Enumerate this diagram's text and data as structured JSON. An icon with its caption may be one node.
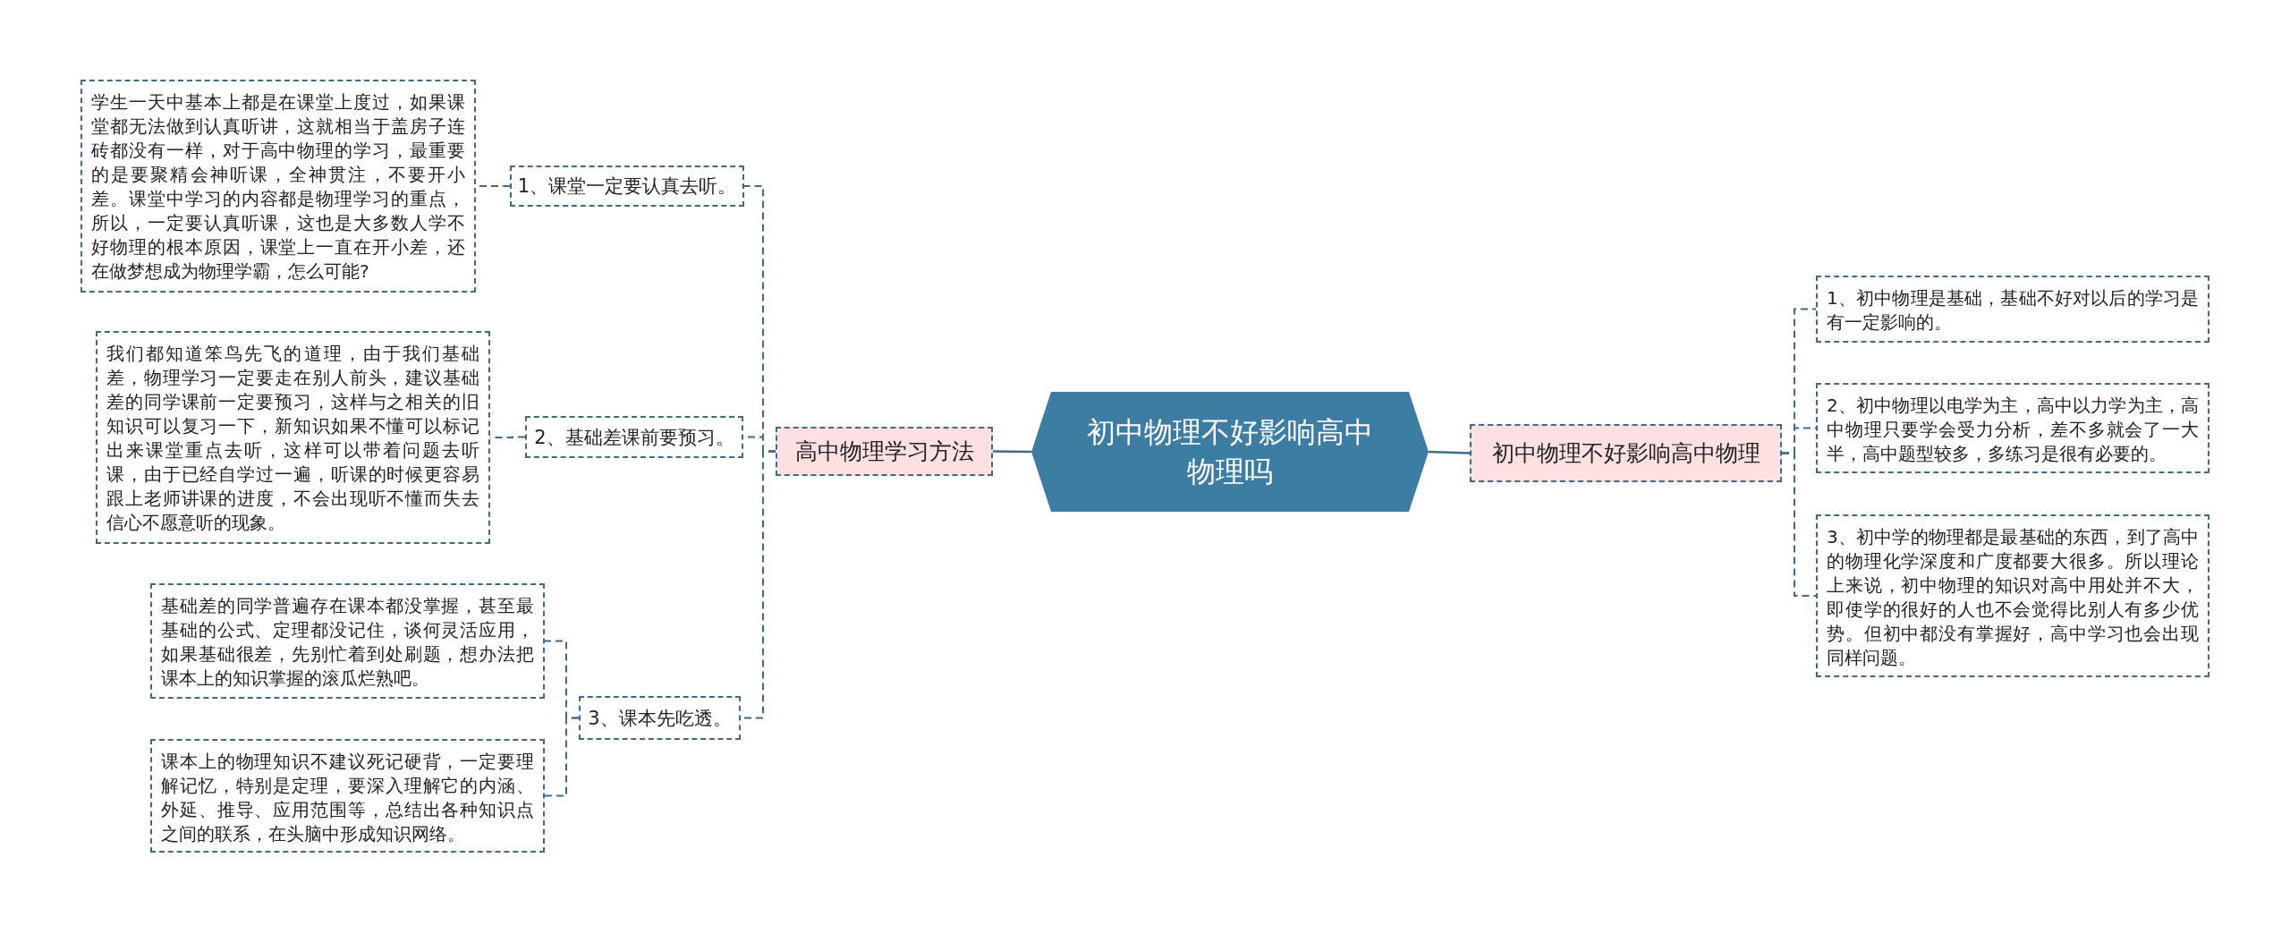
{
  "diagram": {
    "nodes": [
      {
        "text": [
          "初中物理不好影响高中物理吗"
        ]
      },
      {
        "text": [
          "高中物理学习方法"
        ]
      },
      {
        "text": [
          "1、课堂一定要认真去听。"
        ]
      },
      {
        "text": [
          "学生一天中基本上都是在课堂上度过，如果课堂都无法做到认真听讲，这就相当于盖房子连砖都没有一样，对于高中物理的学习，最重要的是要聚精会神听课，全神贯注，不要开小差。课堂中学习的内容都是物理学习的重点，所以，一定要认真听课，这也是大多数人学不好物理的根本原因，课堂上一直在开小差，还在做梦想成为物理学霸，怎么可能?"
        ]
      },
      {
        "text": [
          "2、基础差课前要预习。"
        ]
      },
      {
        "text": [
          "我们都知道笨鸟先飞的道理，由于我们基础差，物理学习一定要走在别人前头，建议基础差的同学课前一定要预习，这样与之相关的旧知识可以复习一下，新知识如果不懂可以标记出来课堂重点去听，这样可以带着问题去听课，由于已经自学过一遍，听课的时候更容易跟上老师讲课的进度，不会出现听不懂而失去信心不愿意听的现象。"
        ]
      },
      {
        "text": [
          "3、课本先吃透。"
        ]
      },
      {
        "text": [
          "基础差的同学普遍存在课本都没掌握，甚至最基础的公式、定理都没记住，谈何灵活应用，如果基础很差，先别忙着到处刷题，想办法把课本上的知识掌握的滚瓜烂熟吧。"
        ]
      },
      {
        "text": [
          "课本上的物理知识不建议死记硬背，一定要理解记忆，特别是定理，要深入理解它的内涵、外延、推导、应用范围等，总结出各种知识点之间的联系，在头脑中形成知识网络。"
        ]
      },
      {
        "text": [
          "初中物理不好影响高中物理"
        ]
      },
      {
        "text": [
          "1、初中物理是基础，基础不好对以后的学习是有一定影响的。"
        ]
      },
      {
        "text": [
          "2、初中物理以电学为主，高中以力学为主，高中物理只要学会受力分析，差不多就会了一大半，高中题型较多，多练习是很有必要的。"
        ]
      },
      {
        "text": [
          "3、初中学的物理都是最基础的东西，到了高中的物理化学深度和广度都要大很多。所以理论上来说，初中物理的知识对高中用处并不大，即使学的很好的人也不会觉得比别人有多少优势。但初中都没有掌握好，高中学习也会出现同样问题。"
        ]
      }
    ],
    "edges": [
      {
        "from": 0,
        "to": 1,
        "arrow": "none"
      },
      {
        "from": 0,
        "to": 9,
        "arrow": "none"
      },
      {
        "from": 1,
        "to": 2,
        "arrow": "none",
        "style": "dashed"
      },
      {
        "from": 1,
        "to": 4,
        "arrow": "none",
        "style": "dashed"
      },
      {
        "from": 1,
        "to": 6,
        "arrow": "none",
        "style": "dashed"
      },
      {
        "from": 2,
        "to": 3,
        "arrow": "none",
        "style": "dashed"
      },
      {
        "from": 4,
        "to": 5,
        "arrow": "none",
        "style": "dashed"
      },
      {
        "from": 6,
        "to": 7,
        "arrow": "none",
        "style": "dashed"
      },
      {
        "from": 6,
        "to": 8,
        "arrow": "none",
        "style": "dashed"
      },
      {
        "from": 9,
        "to": 10,
        "arrow": "none",
        "style": "dashed"
      },
      {
        "from": 9,
        "to": 11,
        "arrow": "none",
        "style": "dashed"
      },
      {
        "from": 9,
        "to": 12,
        "arrow": "none",
        "style": "dashed"
      }
    ]
  }
}
